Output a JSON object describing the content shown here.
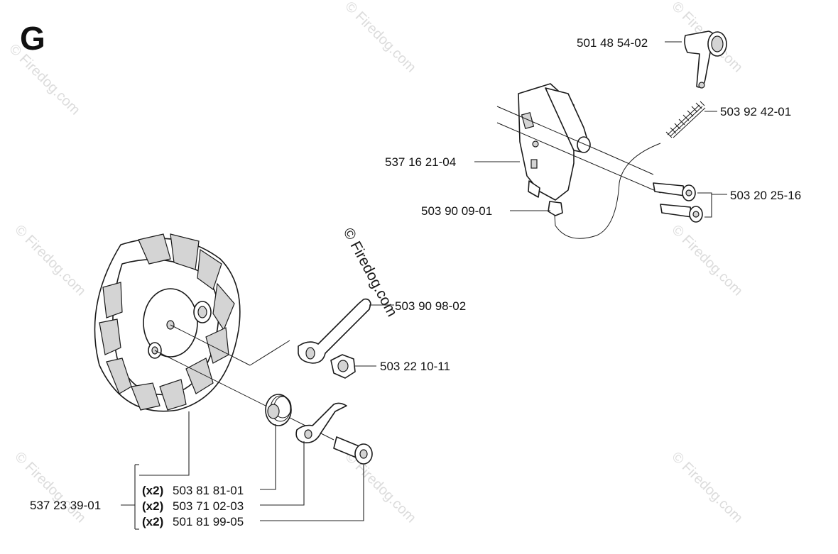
{
  "section_letter": "G",
  "watermark": "© Firedog.com",
  "parts": {
    "switch_knob": "501 48 54-02",
    "spring": "503 92 42-01",
    "ignition_module": "537 16 21-04",
    "cable": "503 90 09-01",
    "screws": "503 20 25-16",
    "stop_lever": "503 90 98-02",
    "nut": "503 22 10-11",
    "flywheel_assembly": "537 23 39-01",
    "pawl_spring": "503 81 81-01",
    "pawl": "503 71 02-03",
    "pawl_screw": "501 81 99-05"
  },
  "quantity_prefix": "(x2)"
}
